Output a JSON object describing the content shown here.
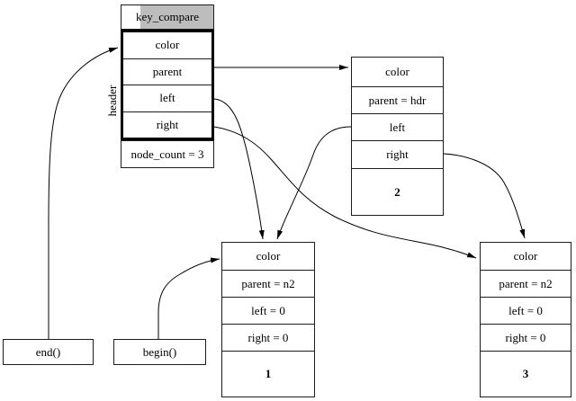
{
  "colors": {
    "line": "#000000",
    "box_border": "#1c1c1c",
    "key_compare_fill": "#bdbdbd",
    "background": "#ffffff"
  },
  "header_block": {
    "key_compare": "key_compare",
    "rotated_label": "header",
    "rows": [
      "color",
      "parent",
      "left",
      "right"
    ],
    "node_count": "node_count = 3"
  },
  "node2": {
    "rows": [
      "color",
      "parent = hdr",
      "left",
      "right"
    ],
    "number": "2"
  },
  "node1": {
    "rows": [
      "color",
      "parent = n2",
      "left = 0",
      "right = 0"
    ],
    "number": "1"
  },
  "node3": {
    "rows": [
      "color",
      "parent = n2",
      "left = 0",
      "right = 0"
    ],
    "number": "3"
  },
  "iterators": {
    "end": "end()",
    "begin": "begin()"
  },
  "edges": [
    {
      "from": "end()",
      "to": "header.color"
    },
    {
      "from": "begin()",
      "to": "node1.color"
    },
    {
      "from": "header.parent",
      "to": "node2.color"
    },
    {
      "from": "header.left",
      "to": "node1.top"
    },
    {
      "from": "header.right",
      "to": "node3.color"
    },
    {
      "from": "node2.left",
      "to": "node1.top"
    },
    {
      "from": "node2.right",
      "to": "node3.top"
    }
  ]
}
